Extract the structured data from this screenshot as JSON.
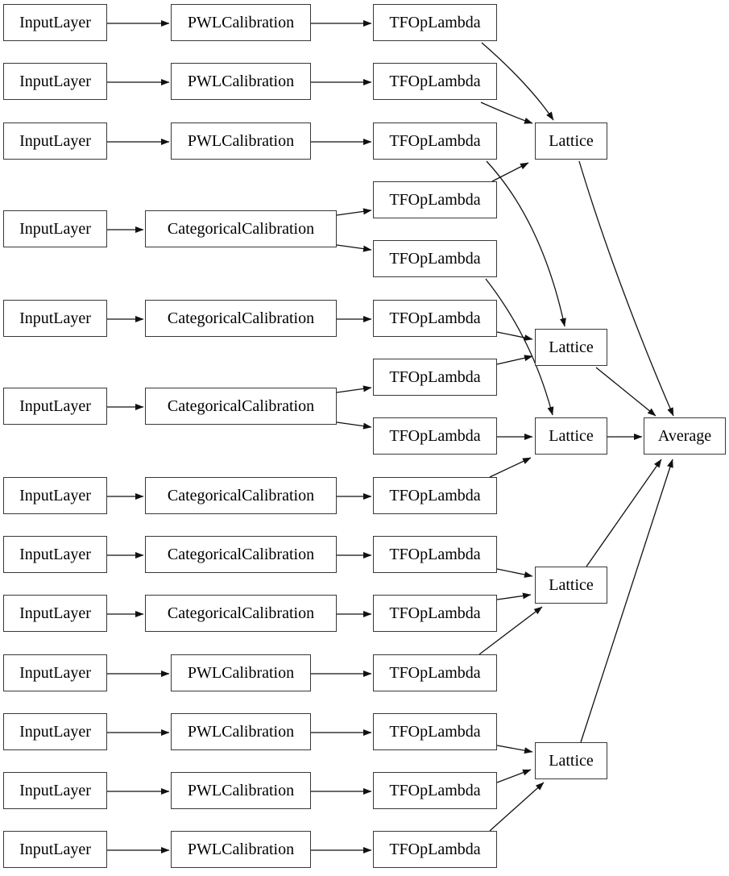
{
  "node_labels": {
    "input_layer": "InputLayer",
    "pwl_calibration": "PWLCalibration",
    "categorical_calibration": "CategoricalCalibration",
    "tf_op_lambda": "TFOpLambda",
    "lattice": "Lattice",
    "average": "Average"
  },
  "structure": {
    "input_layer_count": 13,
    "pwl_calibration_count": 7,
    "categorical_calibration_count": 6,
    "tf_op_lambda_count": 15,
    "lattice_count": 5,
    "average_count": 1,
    "inputs_per_lattice": 3,
    "lattices_into_average": 5
  },
  "colors": {
    "background": "#ffffff",
    "node_fill": "#ffffff",
    "node_border": "#383838",
    "edge": "#111111",
    "text": "#000000"
  }
}
